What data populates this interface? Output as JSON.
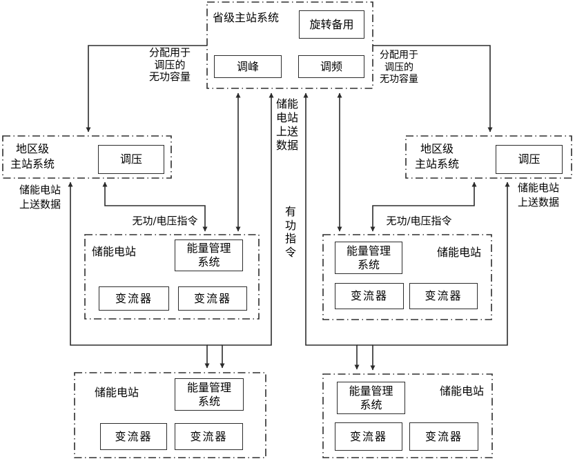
{
  "colors": {
    "line": "#2b2b2b",
    "background": "#ffffff",
    "text": "#000000"
  },
  "provincial": {
    "title": "省级主站系统",
    "spinning_reserve": "旋转备用",
    "peak_shaving": "调峰",
    "freq_regulation": "调频"
  },
  "regional_left": {
    "title": "地区级\n主站系统",
    "voltage_reg": "调压"
  },
  "regional_right": {
    "title": "地区级\n主站系统",
    "voltage_reg": "调压"
  },
  "stations": {
    "mid_left": {
      "title": "储能电站",
      "ems": "能量管理\n系统",
      "conv1": "变流器",
      "conv2": "变流器"
    },
    "mid_right": {
      "title": "储能电站",
      "ems": "能量管理\n系统",
      "conv1": "变流器",
      "conv2": "变流器"
    },
    "bottom_left": {
      "title": "储能电站",
      "ems": "能量管理\n系统",
      "conv1": "变流器",
      "conv2": "变流器"
    },
    "bottom_right": {
      "title": "储能电站",
      "ems": "能量管理\n系统",
      "conv1": "变流器",
      "conv2": "变流器"
    }
  },
  "labels": {
    "alloc_left": "分配用于\n调压的\n无功容量",
    "alloc_right": "分配用于\n调压的\n无功容量",
    "upload_left": "储能电站\n上送数据",
    "upload_center": "储能\n电站\n上送\n数据",
    "upload_right": "储能电站\n上送数据",
    "reactive_cmd_left": "无功/电压指令",
    "reactive_cmd_right": "无功/电压指令",
    "active_cmd": "有\n功\n指\n令"
  }
}
